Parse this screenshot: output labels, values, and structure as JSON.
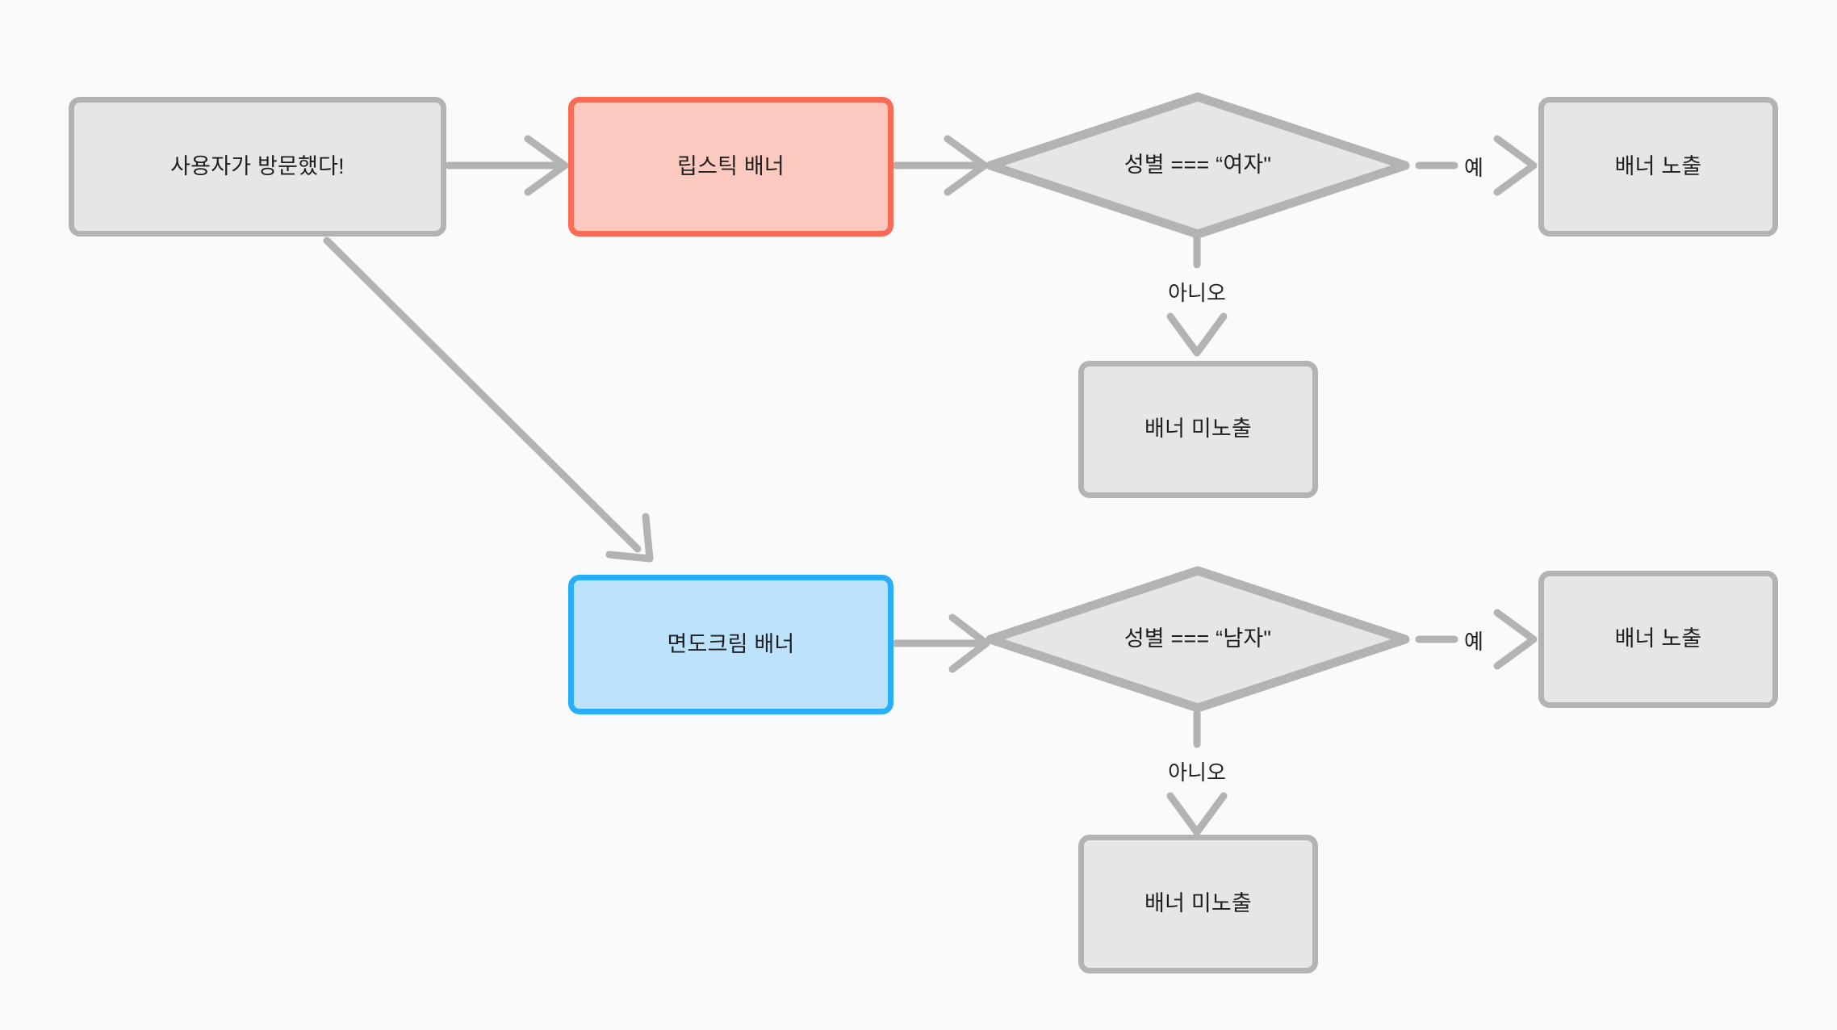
{
  "diagram": {
    "title": "banner-targeting-flowchart",
    "background_color": "#fafafa",
    "palette": {
      "gray_fill": "#e6e6e6",
      "gray_stroke": "#b3b3b3",
      "red_fill": "#fcc9c0",
      "red_stroke": "#fa6a55",
      "blue_fill": "#bce2fc",
      "blue_stroke": "#29aefa",
      "edge_stroke": "#b3b3b3",
      "text_color": "#1f1f1f"
    },
    "nodes": [
      {
        "id": "start",
        "label": "사용자가 방문했다!",
        "shape": "box",
        "style": "gray"
      },
      {
        "id": "lipstick",
        "label": "립스틱 배너",
        "shape": "box",
        "style": "red"
      },
      {
        "id": "cond_female",
        "label": "성별 === “여자\"",
        "shape": "diamond",
        "style": "gray"
      },
      {
        "id": "show_top",
        "label": "배너 노출",
        "shape": "box",
        "style": "gray"
      },
      {
        "id": "hide_top",
        "label": "배너 미노출",
        "shape": "box",
        "style": "gray"
      },
      {
        "id": "shavecream",
        "label": "면도크림 배너",
        "shape": "box",
        "style": "blue"
      },
      {
        "id": "cond_male",
        "label": "성별 === “남자\"",
        "shape": "diamond",
        "style": "gray"
      },
      {
        "id": "show_bottom",
        "label": "배너 노출",
        "shape": "box",
        "style": "gray"
      },
      {
        "id": "hide_bottom",
        "label": "배너 미노출",
        "shape": "box",
        "style": "gray"
      }
    ],
    "edges": [
      {
        "from": "start",
        "to": "lipstick",
        "label": ""
      },
      {
        "from": "start",
        "to": "shavecream",
        "label": ""
      },
      {
        "from": "lipstick",
        "to": "cond_female",
        "label": ""
      },
      {
        "from": "cond_female",
        "to": "show_top",
        "label": "예"
      },
      {
        "from": "cond_female",
        "to": "hide_top",
        "label": "아니오"
      },
      {
        "from": "shavecream",
        "to": "cond_male",
        "label": ""
      },
      {
        "from": "cond_male",
        "to": "show_bottom",
        "label": "예"
      },
      {
        "from": "cond_male",
        "to": "hide_bottom",
        "label": "아니오"
      }
    ],
    "edge_labels": {
      "yes_top": "예",
      "no_top": "아니오",
      "yes_bottom": "예",
      "no_bottom": "아니오"
    }
  }
}
